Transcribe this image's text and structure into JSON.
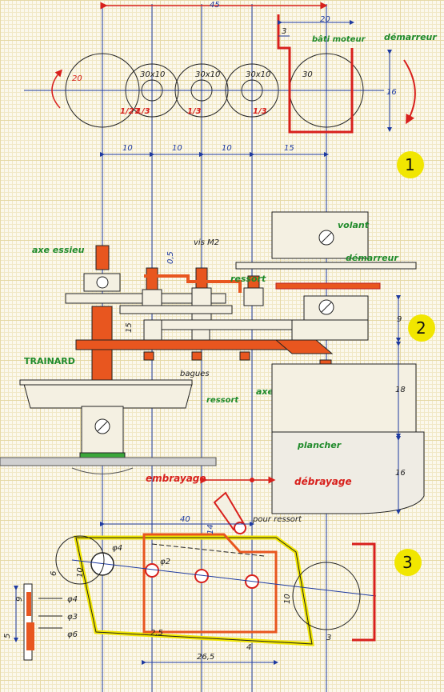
{
  "labels": {
    "top_dim": "45",
    "dim_20": "20",
    "dim_3": "3",
    "bati_moteur": "bâti moteur",
    "demarreur_top": "démarreur",
    "gear_20": "20",
    "gear_30x10_a": "30x10",
    "gear_30x10_b": "30x10",
    "gear_30x10_c": "30x10",
    "gear_30": "30",
    "dim_16_top": "16",
    "ratio_a": "1/27",
    "ratio_b": "1/3",
    "ratio_c": "1/3",
    "ratio_d": "1/3",
    "dim_10_a": "10",
    "dim_10_b": "10",
    "dim_10_c": "10",
    "dim_15": "15",
    "tag_1": "1",
    "vis": "vis M2",
    "volant": "volant",
    "axe_essieu": "axe essieu",
    "dim_05": "0,5",
    "demarreur_mid": "démarreur",
    "ressort_a": "ressort",
    "dim_9": "9",
    "tag_2": "2",
    "dim_15_mid": "15",
    "trainard": "TRAINARD",
    "bagues": "bagues",
    "ressort_b": "ressort",
    "axe_moteur": "axe moteur",
    "dim_18": "18",
    "plancher": "plancher",
    "dim_16_mid": "16",
    "embrayage": "embrayage",
    "debrayage": "débrayage",
    "pour_ressort": "pour ressort",
    "dim_40": "40",
    "dim_14": "14",
    "phi4": "φ4",
    "phi2": "φ2",
    "dim_10_b3": "10",
    "dim_6": "6",
    "dim_10_r": "10",
    "dim_3_r": "3",
    "dim_2_5": "2,5",
    "dim_4": "4",
    "dim_26_5": "26,5",
    "tag_3": "3",
    "dim_9_s": "9",
    "dim_5_s": "5",
    "phi4_s": "φ4",
    "phi3_s": "φ3",
    "phi6_s": "φ6"
  },
  "colors": {
    "ink": "#1e3aa0",
    "red": "#d8201c",
    "orange": "#e8561f",
    "green": "#1f8a2a",
    "yellow": "#f1e600",
    "grey": "#c8c8c8"
  }
}
